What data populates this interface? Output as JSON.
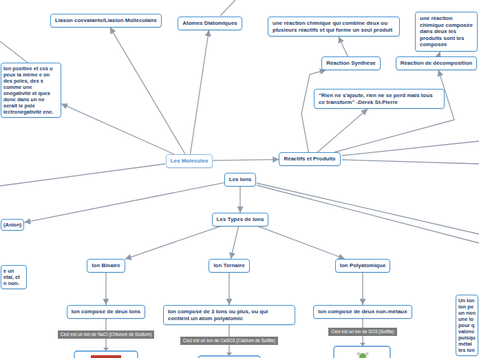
{
  "diagram": {
    "nodes": [
      {
        "text": [
          "Liason coevalante/Liasion Molleculaire"
        ]
      },
      {
        "text": [
          "Atomes Diatomiques"
        ]
      },
      {
        "text": [
          "une réaction chimique qui combine deux ou plusieurs réactifs et qui forme un seul produit"
        ]
      },
      {
        "text": [
          "une réaction chimique composée dans deux les produits sont les composée"
        ]
      },
      {
        "text": [
          "Réaction Synthèse"
        ]
      },
      {
        "text": [
          "Réaction de décomposition"
        ]
      },
      {
        "text": [
          "Ion positive et ces u peux la même e on des poles, des s comme une onégativité et ques donc dans un ne serait le pole lectronégativité ene."
        ]
      },
      {
        "text": [
          "\"Rien ne s'ajoute, rien ne se perd mais tous ce transform\" -Derek St-Pierre"
        ]
      },
      {
        "text": [
          "Réactifs et Produits"
        ]
      },
      {
        "text": [
          "Les Molecules"
        ]
      },
      {
        "text": [
          "Les Ions"
        ]
      },
      {
        "text": [
          "Les Types de Ions"
        ]
      },
      {
        "text": [
          "(Anion)"
        ]
      },
      {
        "text": [
          "Ion Binaire"
        ]
      },
      {
        "text": [
          "Ion Ternaire"
        ]
      },
      {
        "text": [
          "Ion Polyatomique"
        ]
      },
      {
        "text": [
          "e un étal, et n non-"
        ]
      },
      {
        "text": [
          "Un Ion ion pe un non une lo pour q valenc puisqu métal les ion"
        ]
      },
      {
        "text": [
          "Ion composé de deux Ions"
        ]
      },
      {
        "text": [
          "Ion composé de 3 Ions ou plus, ou qui contient un atom polyatomic"
        ]
      },
      {
        "text": [
          "Ion composé de deux non-métaux"
        ]
      },
      {
        "text": [
          "Ceci est un Ion de NaCl (Chlorure de Sodium)"
        ]
      },
      {
        "text": [
          "Ceci est un ion de SO3 (Sulfite)"
        ]
      },
      {
        "text": [
          "Ceci est un Ion de CaSO3 (Calcium de Sulfite)"
        ]
      }
    ],
    "edges": [
      {
        "from": 9,
        "to": 0,
        "arrow": "to"
      },
      {
        "from": 9,
        "to": 1,
        "arrow": "to"
      },
      {
        "from": 9,
        "to": 6,
        "arrow": "to"
      },
      {
        "from": 9,
        "to": 8,
        "arrow": "to"
      },
      {
        "from": 8,
        "to": 4,
        "arrow": "to"
      },
      {
        "from": 8,
        "to": 7,
        "arrow": "to"
      },
      {
        "from": 8,
        "to": 5,
        "arrow": "to"
      },
      {
        "from": 4,
        "to": 2,
        "arrow": "to"
      },
      {
        "from": 5,
        "to": 3,
        "arrow": "to"
      },
      {
        "from": 10,
        "to": 11,
        "arrow": "to"
      },
      {
        "from": 10,
        "to": 12,
        "arrow": "to"
      },
      {
        "from": 11,
        "to": 13,
        "arrow": "to"
      },
      {
        "from": 11,
        "to": 14,
        "arrow": "to"
      },
      {
        "from": 11,
        "to": 15,
        "arrow": "to"
      },
      {
        "from": 13,
        "to": 18,
        "arrow": "to"
      },
      {
        "from": 14,
        "to": 19,
        "arrow": "to"
      },
      {
        "from": 15,
        "to": 20,
        "arrow": "to"
      },
      {
        "from": 18,
        "to": 21,
        "arrow": "none"
      },
      {
        "from": 19,
        "to": 23,
        "arrow": "none"
      },
      {
        "from": 20,
        "to": 22,
        "arrow": "none"
      }
    ]
  }
}
